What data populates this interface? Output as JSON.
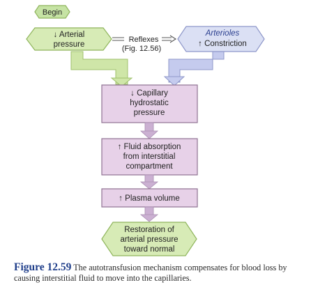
{
  "begin_label": "Begin",
  "nodes": {
    "arterial_pressure": {
      "line1": "↓ Arterial",
      "line2": "pressure"
    },
    "reflexes": {
      "line1": "Reflexes",
      "line2": "(Fig. 12.56)"
    },
    "arterioles": {
      "line1": "Arterioles",
      "line2": "↑ Constriction"
    },
    "capillary": {
      "line1": "↓ Capillary",
      "line2": "hydrostatic",
      "line3": "pressure"
    },
    "fluid": {
      "line1": "↑ Fluid absorption",
      "line2": "from interstitial",
      "line3": "compartment"
    },
    "plasma": {
      "line1": "↑ Plasma volume"
    },
    "restoration": {
      "line1": "Restoration of",
      "line2": "arterial pressure",
      "line3": "toward normal"
    }
  },
  "caption": {
    "figure_label": "Figure 12.59",
    "text": "The autotransfusion mechanism compensates for blood loss by causing interstitial fluid to move into the capillaries."
  },
  "colors": {
    "begin_fill": "#c6e3a4",
    "green_fill": "#d7ebb6",
    "green_stroke": "#8fb55c",
    "blue_fill": "#dbe0f4",
    "blue_stroke": "#8e97c9",
    "box_fill": "#e7d1e8",
    "box_stroke": "#8f7292",
    "connector_purple": "#cbb0d2",
    "connector_green": "#cfe6a8",
    "connector_blue": "#c5cbee",
    "caption_blue": "#1f3e8a"
  }
}
